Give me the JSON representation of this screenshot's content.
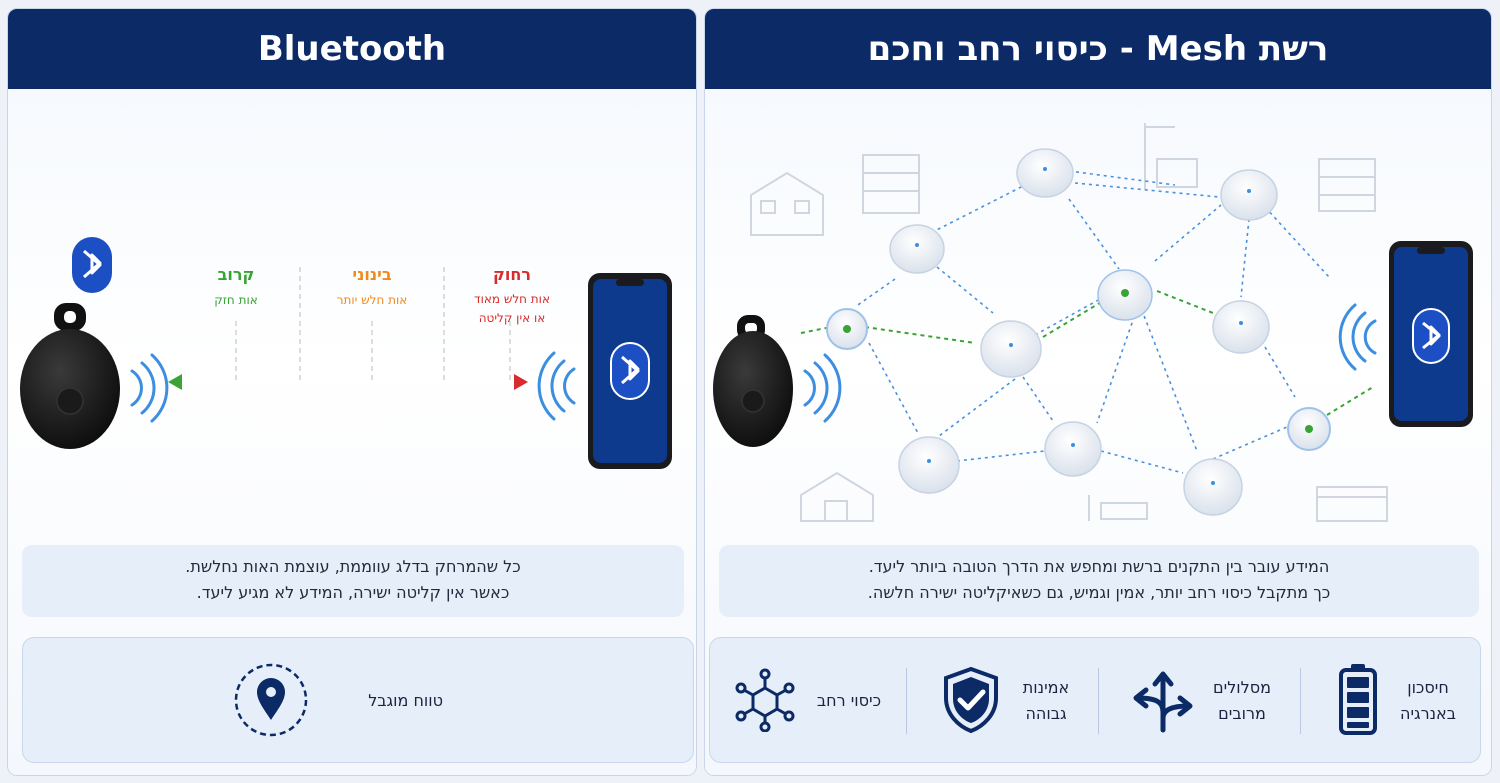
{
  "colors": {
    "header_bg": "#0b2a66",
    "bluetooth_blue": "#1d4fc4",
    "signal_blue": "#3b8ee0",
    "strong_green": "#3aa335",
    "medium_orange": "#f08a1c",
    "weak_red": "#d92b2b",
    "phone_screen": "#0d3a8c"
  },
  "left": {
    "title": "Bluetooth",
    "zones": [
      {
        "title": "קרוב",
        "subtitle": "אות חזק",
        "color": "#3aa335"
      },
      {
        "title": "בינוני",
        "subtitle": "אות חלש יותר",
        "color": "#f08a1c"
      },
      {
        "title": "רחוק",
        "subtitle": "אות חלש מאוד",
        "subtitle2": "או אין קליטה",
        "color": "#d92b2b"
      }
    ],
    "caption": [
      "כל שהמרחק בדלג עווממת, עוצמת האות נחלשת.",
      "כאשר אין קליטה ישירה, המידע לא מגיע ליעד."
    ],
    "feature": {
      "label": "טווח מוגבל",
      "icon": "location-pin-icon"
    }
  },
  "right": {
    "title": "רשת Mesh - כיסוי רחב וחכם",
    "caption": [
      "המידע עובר בין התקנים ברשת ומחפש את הדרך הטובה ביותר ליעד.",
      "כך מתקבל כיסוי רחב יותר, אמין וגמיש, גם כשאיקליטה ישירה חלשה."
    ],
    "features": [
      {
        "label": "חיסכון",
        "label2": "באנרגיה",
        "icon": "battery-icon"
      },
      {
        "label": "מסלולים",
        "label2": "מרובים",
        "icon": "multiple-routes-icon"
      },
      {
        "label": "אמינות",
        "label2": "גבוהה",
        "icon": "shield-check-icon"
      },
      {
        "label": "כיסוי רחב",
        "icon": "network-hub-icon"
      }
    ]
  }
}
